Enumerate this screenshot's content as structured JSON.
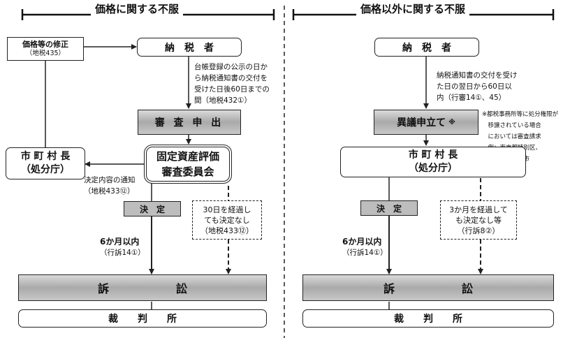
{
  "left": {
    "header": "価格に関する不服",
    "correction_box": {
      "label": "価格等の修正",
      "ref": "（地税435）"
    },
    "taxpayer": "納　税　者",
    "period_note": "台帳登録の公示の日か\nら納税通知書の交付を\n受けた日後60日までの\n間（地税432①）",
    "review_request": "審 査 申 出",
    "mayor": "市 町 村 長\n（処分庁）",
    "committee": "固定資産評価\n審査委員会",
    "decision_notice": "決定内容の通知\n（地税433⑫）",
    "decision": "決　定",
    "no_decision": "30日を経過し\nても決定なし\n（地税433⑫）",
    "six_months": "6か月以内",
    "six_months_ref": "（行訴14①）",
    "lawsuit": "訴　　　　　　訟",
    "court": "裁　　判　　所"
  },
  "right": {
    "header": "価格以外に関する不服",
    "taxpayer": "納　税　者",
    "period_note": "納税通知書の交付を受け\nた日の翌日から60日以\n内（行審14①、45）",
    "objection": "異議申立て",
    "objection_mark": "※",
    "footnote": "※都税事務所等に処分権限が\n　移譲されている場合\n　においては審査請求\n　例：東京都特別区、\n　　政令指定都市",
    "mayor": "市 町 村 長\n（処分庁）",
    "decision": "決　定",
    "no_decision": "3か月を経過して\nも決定なし等\n（行訴8②）",
    "six_months": "6か月以内",
    "six_months_ref": "（行訴14①）",
    "lawsuit": "訴　　　　　　訟",
    "court": "裁　　判　　所"
  }
}
